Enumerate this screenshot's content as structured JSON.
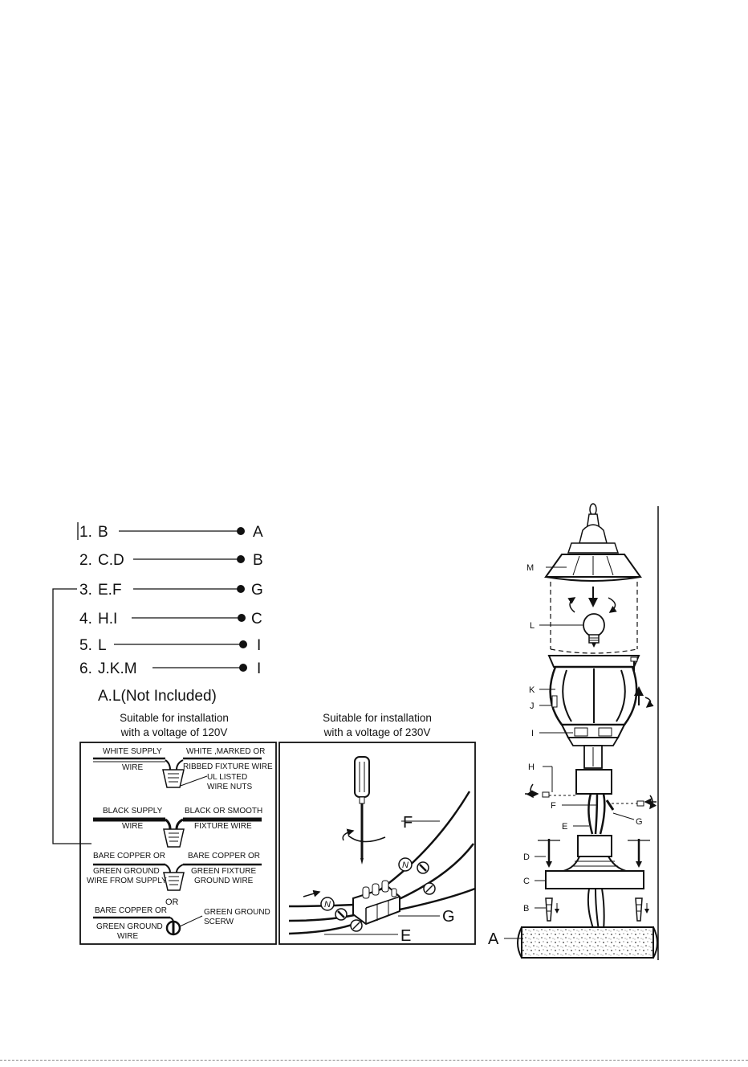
{
  "steps": [
    {
      "num": "1.",
      "part": "B",
      "target": "A"
    },
    {
      "num": "2.",
      "part": "C.D",
      "target": "B"
    },
    {
      "num": "3.",
      "part": "E.F",
      "target": "G"
    },
    {
      "num": "4.",
      "part": "H.I",
      "target": "C"
    },
    {
      "num": "5.",
      "part": "L",
      "target": "I"
    },
    {
      "num": "6.",
      "part": "J.K.M",
      "target": "I"
    }
  ],
  "not_included": "A.L(Not Included)",
  "wiring_120v": {
    "caption_line1": "Suitable for installation",
    "caption_line2": "with a voltage of 120V",
    "white_supply_1": "WHITE SUPPLY",
    "white_supply_2": "WIRE",
    "white_fixture_1": "WHITE ,MARKED OR",
    "white_fixture_2": "RIBBED FIXTURE WIRE",
    "wire_nuts_1": "UL LISTED",
    "wire_nuts_2": "WIRE NUTS",
    "black_supply_1": "BLACK SUPPLY",
    "black_supply_2": "WIRE",
    "black_fixture_1": "BLACK OR SMOOTH",
    "black_fixture_2": "FIXTURE WIRE",
    "ground_supply_1": "BARE COPPER OR",
    "ground_supply_2": "GREEN GROUND",
    "ground_supply_3": "WIRE FROM SUPPLY",
    "ground_fixture_1": "BARE COPPER OR",
    "ground_fixture_2": "GREEN FIXTURE",
    "ground_fixture_3": "GROUND WIRE",
    "or_label": "OR",
    "ground_wire_1": "BARE COPPER OR",
    "ground_wire_2": "GREEN GROUND",
    "ground_wire_3": "WIRE",
    "ground_screw_1": "GREEN GROUND",
    "ground_screw_2": "SCERW"
  },
  "wiring_230v": {
    "caption_line1": "Suitable for installation",
    "caption_line2": "with a voltage of 230V",
    "label_f": "F",
    "label_g": "G",
    "label_e": "E",
    "n_mark": "N"
  },
  "lamp_parts": {
    "m": "M",
    "l": "L",
    "k": "K",
    "j": "J",
    "i": "I",
    "h": "H",
    "f": "F",
    "g": "G",
    "e": "E",
    "d": "D",
    "c": "C",
    "b": "B",
    "a": "A"
  }
}
